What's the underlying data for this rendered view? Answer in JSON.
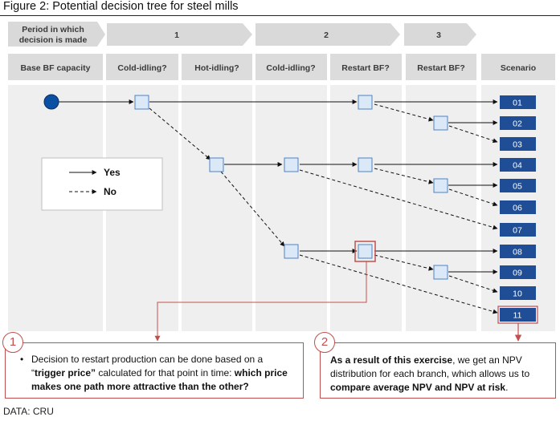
{
  "title": "Figure 2: Potential decision tree for steel mills",
  "period_header": [
    "Period in which",
    "decision is made"
  ],
  "periods": [
    "1",
    "2",
    "3"
  ],
  "columns": [
    "Base BF capacity",
    "Cold-idling?",
    "Hot-idling?",
    "Cold-idling?",
    "Restart BF?",
    "Restart BF?",
    "Scenario"
  ],
  "scenarios": [
    "01",
    "02",
    "03",
    "04",
    "05",
    "06",
    "07",
    "08",
    "09",
    "10",
    "11"
  ],
  "legend": {
    "yes": "Yes",
    "no": "No"
  },
  "callout1": {
    "number": "1",
    "bullet": "•",
    "t1": "Decision to restart production can be done based on a “",
    "b1": "trigger price”",
    "t2": " calculated for that point in time: ",
    "b2": "which price makes one path more attractive than the other?"
  },
  "callout2": {
    "number": "2",
    "b1": "As a result of this exercise",
    "t1": ", we get an NPV distribution for each branch, which allows us to ",
    "b2": "compare average NPV and NPV at risk",
    "t2": "."
  },
  "source": "DATA: CRU",
  "colors": {
    "band": "#efefef",
    "header_bg": "#dcdcdc",
    "node_fill": "#dbe8f7",
    "node_stroke": "#4e83c4",
    "start_node": "#0b4fa3",
    "scenario_fill": "#1f4e96",
    "highlight": "#c0504d"
  }
}
